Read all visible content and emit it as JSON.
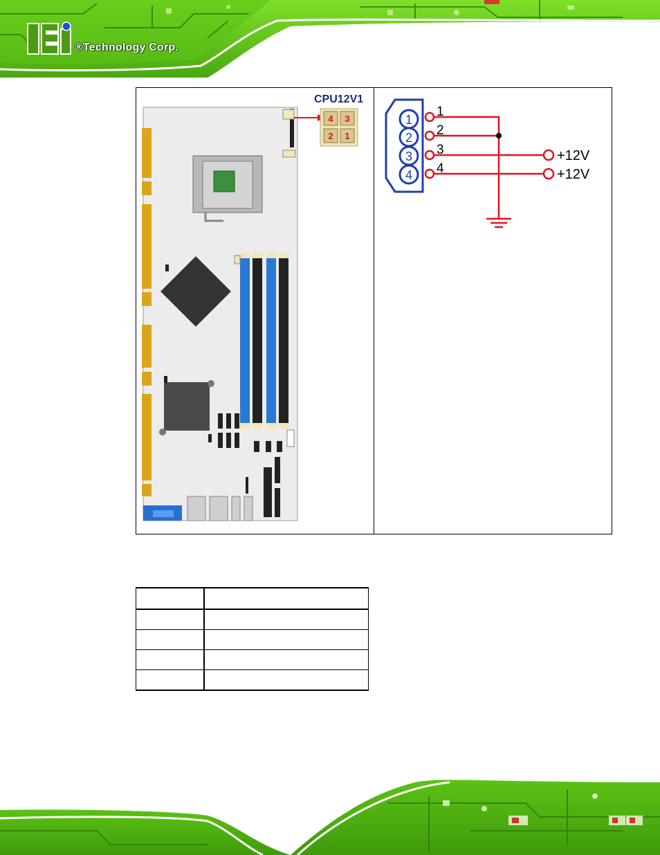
{
  "header": {
    "logo_mark": "iEi",
    "company_name": "®Technology Corp."
  },
  "figure": {
    "connector_label": "CPU12V1",
    "pinout_boxes": [
      "4",
      "3",
      "2",
      "1"
    ],
    "schematic": {
      "pins": [
        {
          "num": "1",
          "net": "GND"
        },
        {
          "num": "2",
          "net": "GND"
        },
        {
          "num": "3",
          "net": "+12V"
        },
        {
          "num": "4",
          "net": "+12V"
        }
      ],
      "voltage_labels": [
        "+12V",
        "+12V"
      ]
    }
  },
  "pin_table": {
    "columns": [
      "",
      ""
    ],
    "rows": [
      [
        "",
        ""
      ],
      [
        "",
        ""
      ],
      [
        "",
        ""
      ],
      [
        "",
        ""
      ]
    ]
  },
  "colors": {
    "pcb_green": "#6fd21a",
    "pcb_dark": "#2f7a08",
    "schematic_red": "#e0141e",
    "connector_blue": "#1f3fb0",
    "dimm_blue": "#2a78d6"
  }
}
